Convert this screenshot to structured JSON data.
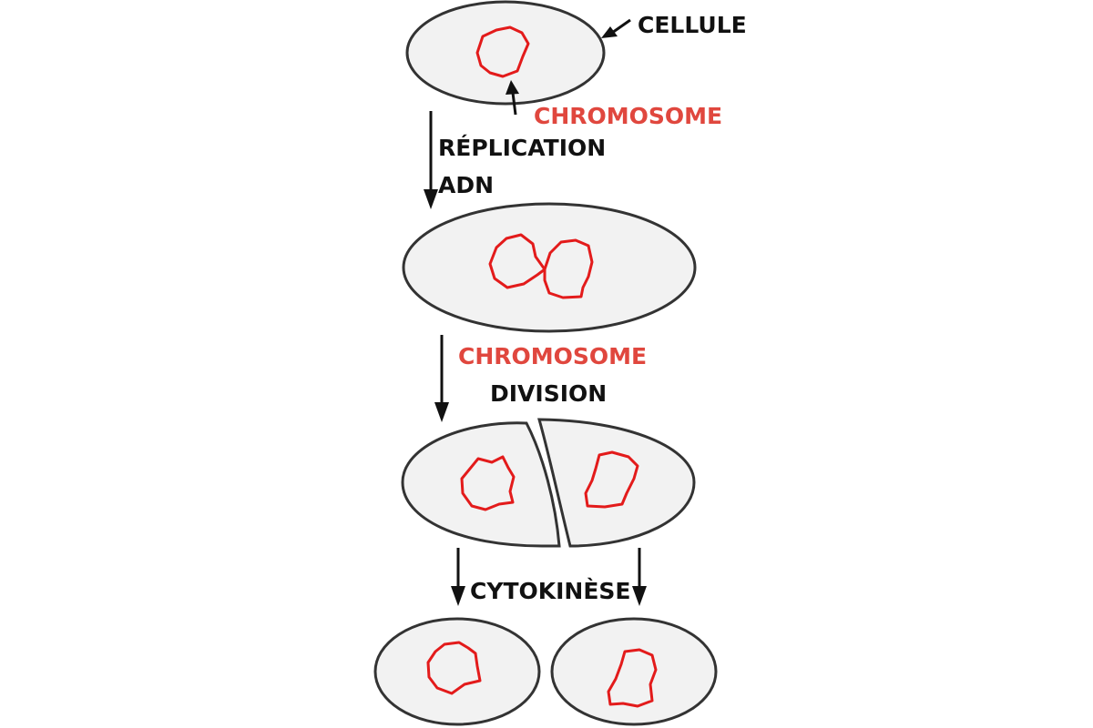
{
  "labels": {
    "cell": "CELLULE",
    "chromosome": "CHROMOSOME",
    "replication_line1": "RÉPLICATION",
    "replication_line2": "ADN",
    "division_line1": "CHROMOSOME",
    "division_line2": "DIVISION",
    "cytokinesis": "CYTOKINÈSE"
  },
  "colors": {
    "cell_fill": "#f2f2f2",
    "cell_stroke": "#333333",
    "chromosome": "#e31b1b",
    "text": "#111111",
    "chromosome_label": "#e0473e"
  }
}
